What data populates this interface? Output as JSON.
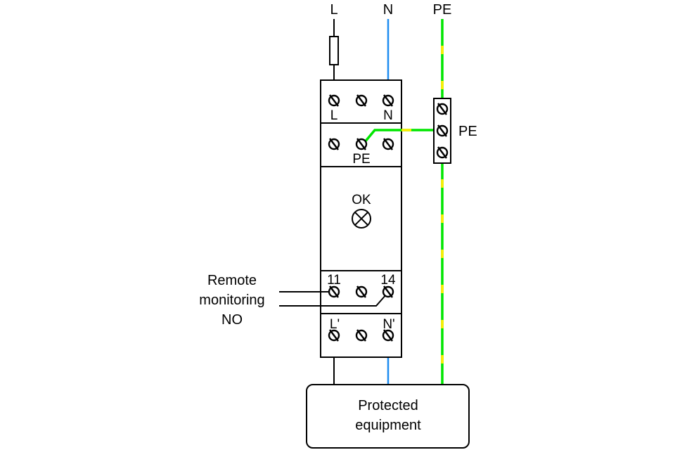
{
  "supply": {
    "line_label": "L",
    "neutral_label": "N",
    "earth_label": "PE"
  },
  "device": {
    "top_block": {
      "terminals": [
        "L",
        "",
        "N"
      ]
    },
    "pe_block": {
      "terminal_label": "PE"
    },
    "indicator": {
      "label": "OK",
      "icon": "indicator-lamp-icon"
    },
    "contact_block": {
      "labels": [
        "11",
        "14"
      ]
    },
    "output_block": {
      "labels": [
        "L'",
        "N'"
      ]
    }
  },
  "pe_terminal_strip": {
    "label": "PE"
  },
  "remote_monitoring": {
    "lines": [
      "Remote",
      "monitoring",
      "NO"
    ]
  },
  "load": {
    "lines": [
      "Protected",
      "equipment"
    ]
  },
  "colors": {
    "line": "#000000",
    "neutral": "#1e8cf0",
    "earth_green": "#00e600",
    "earth_yellow": "#ffee00"
  }
}
